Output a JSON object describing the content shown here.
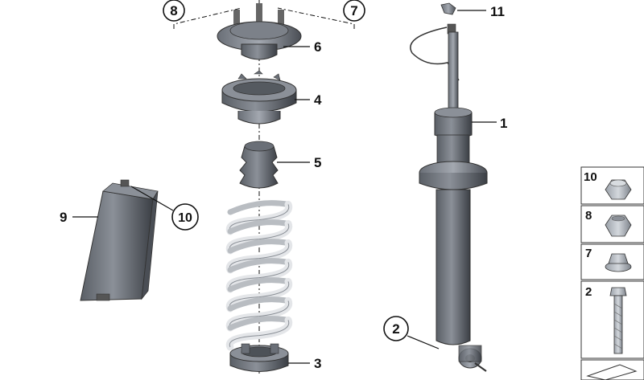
{
  "diagram": {
    "labels": {
      "l1": "1",
      "l2_circle": "2",
      "l3": "3",
      "l4": "4",
      "l5": "5",
      "l6": "6",
      "l7_circle": "7",
      "l8_circle": "8",
      "l9": "9",
      "l10_circle": "10",
      "l11": "11"
    },
    "side_panels": [
      "10",
      "8",
      "7",
      "2"
    ]
  }
}
